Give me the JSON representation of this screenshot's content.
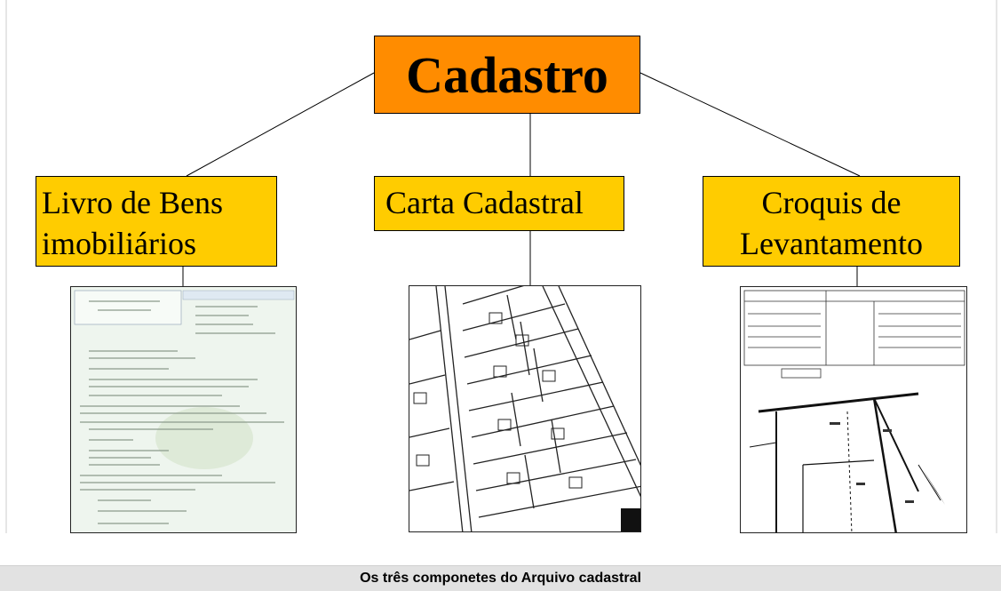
{
  "diagram": {
    "root": "Cadastro",
    "children": [
      {
        "line1": "Livro de Bens",
        "line2": "imobiliários",
        "image": "land-register-book-scan"
      },
      {
        "line1": "Carta Cadastral",
        "line2": "",
        "image": "cadastral-map-scan"
      },
      {
        "line1": "Croquis de",
        "line2": "Levantamento",
        "image": "survey-sketch-scan"
      }
    ]
  },
  "caption": "Os três componetes do Arquivo cadastral",
  "colors": {
    "root": "#ff8c00",
    "child": "#ffcc00",
    "caption_bg": "#e2e2e2"
  }
}
